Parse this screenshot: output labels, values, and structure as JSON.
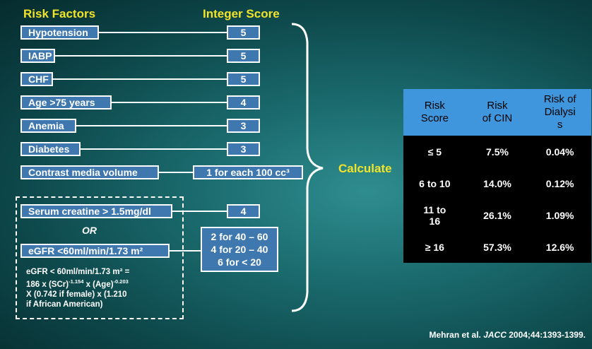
{
  "headers": {
    "risk_factors": "Risk Factors",
    "integer_score": "Integer Score"
  },
  "factors": [
    {
      "label": "Hypotension",
      "score": "5"
    },
    {
      "label": "IABP",
      "score": "5"
    },
    {
      "label": "CHF",
      "score": "5"
    },
    {
      "label": "Age >75 years",
      "score": "4"
    },
    {
      "label": "Anemia",
      "score": "3"
    },
    {
      "label": "Diabetes",
      "score": "3"
    },
    {
      "label": "Contrast media volume",
      "score": "1 for each 100 cc³"
    }
  ],
  "renal": {
    "serum_creatine": "Serum creatine > 1.5mg/dl",
    "serum_score": "4",
    "or": "OR",
    "egfr": "eGFR <60ml/min/1.73 m²",
    "egfr_scores": [
      "2 for 40 – 60",
      "4 for 20 – 40",
      "6 for < 20"
    ],
    "formula_parts": {
      "l1": "eGFR < 60ml/min/1.73 m² =",
      "l2a": "186 x (SCr)",
      "l2a_exp": "-1.154",
      "l2b": " x (Age)",
      "l2b_exp": "-0.203",
      "l3": "X (0.742 if female) x (1.210",
      "l4": "if African American)"
    }
  },
  "calculate": "Calculate",
  "risk_table": {
    "headers": [
      "Risk Score",
      "Risk of CIN",
      "Risk of Dialysis"
    ],
    "header_lines": [
      [
        "Risk",
        "Score"
      ],
      [
        "Risk",
        "of CIN"
      ],
      [
        "Risk of",
        "Dialysi",
        "s"
      ]
    ],
    "rows": [
      [
        "≤ 5",
        "7.5%",
        "0.04%"
      ],
      [
        "6 to 10",
        "14.0%",
        "0.12%"
      ],
      [
        "11 to 16",
        "26.1%",
        "1.09%"
      ],
      [
        "≥ 16",
        "57.3%",
        "12.6%"
      ]
    ],
    "row_lines": [
      [
        "≤ 5"
      ],
      [
        "6 to 10"
      ],
      [
        "11 to",
        "16"
      ],
      [
        "≥ 16"
      ]
    ]
  },
  "citation": {
    "authors": "Mehran et al.",
    "journal": "JACC",
    "details": "2004;44:1393-1399."
  }
}
